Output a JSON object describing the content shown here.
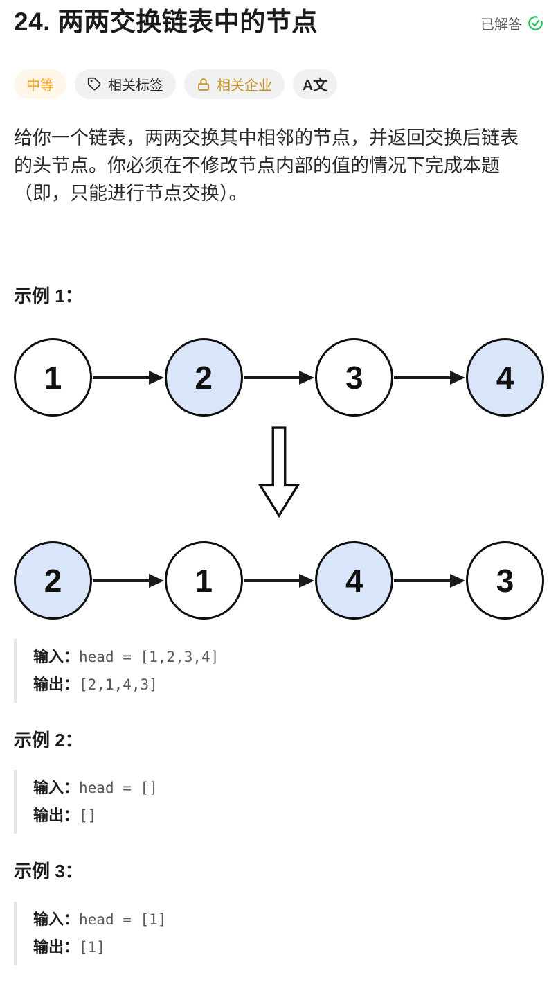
{
  "header": {
    "title": "24. 两两交换链表中的节点",
    "solved_label": "已解答"
  },
  "badges": {
    "difficulty_label": "中等",
    "tags_label": "相关标签",
    "companies_label": "相关企业",
    "translate_label": "A文"
  },
  "description": {
    "lines": [
      "给你一个链表，两两交换其中相邻的节点，并返回交换后链表",
      "的头节点。你必须在不修改节点内部的值的情况下完成本题",
      "（即，只能进行节点交换）。"
    ]
  },
  "diagrams": {
    "before": {
      "nodes": [
        {
          "value": "1",
          "highlighted": false
        },
        {
          "value": "2",
          "highlighted": true
        },
        {
          "value": "3",
          "highlighted": false
        },
        {
          "value": "4",
          "highlighted": true
        }
      ]
    },
    "after": {
      "nodes": [
        {
          "value": "2",
          "highlighted": true
        },
        {
          "value": "1",
          "highlighted": false
        },
        {
          "value": "4",
          "highlighted": true
        },
        {
          "value": "3",
          "highlighted": false
        }
      ]
    }
  },
  "examples": [
    {
      "heading": "示例 1：",
      "input_label": "输入：",
      "input_value": "head = [1,2,3,4]",
      "output_label": "输出：",
      "output_value": "[2,1,4,3]"
    },
    {
      "heading": "示例 2：",
      "input_label": "输入：",
      "input_value": "head = []",
      "output_label": "输出：",
      "output_value": "[]"
    },
    {
      "heading": "示例 3：",
      "input_label": "输入：",
      "input_value": "head = [1]",
      "output_label": "输出：",
      "output_value": "[1]"
    }
  ],
  "colors": {
    "node_highlight_fill": "#d9e5f8",
    "difficulty_text": "#ffa116",
    "premium_gold": "#c8952b",
    "solved_green": "#22c55e"
  }
}
